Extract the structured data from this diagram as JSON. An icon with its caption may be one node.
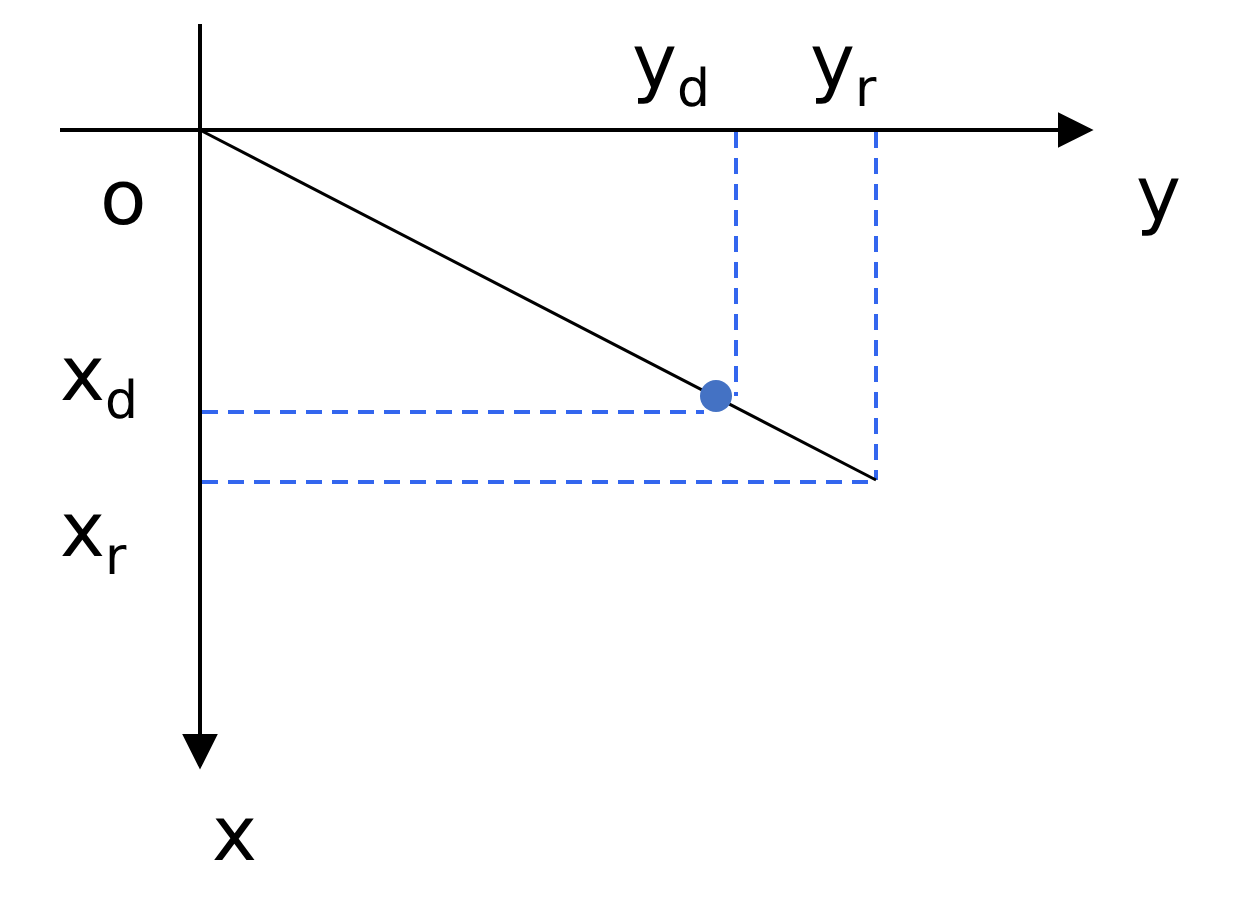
{
  "diagram": {
    "labels": [
      "y$_{d}$",
      "y$_{r}$",
      "o",
      "y",
      "x$_{d}$",
      "x$_{r}$",
      "x"
    ]
  }
}
